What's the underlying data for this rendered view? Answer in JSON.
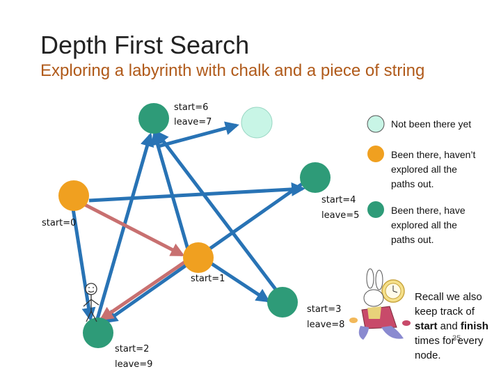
{
  "title": "Depth First Search",
  "subtitle": "Exploring a labyrinth with chalk and a piece of string",
  "colors": {
    "unvisited": "#c8f5e6",
    "in_progress": "#f0a020",
    "done": "#2e9b78",
    "tree_edge": "#2873b5",
    "path_edge": "#c87070"
  },
  "nodes": [
    {
      "id": "top-left",
      "state": "done",
      "label_line1": "start=6",
      "label_line2": "leave=7"
    },
    {
      "id": "top-right",
      "state": "unvisited"
    },
    {
      "id": "mid-right",
      "state": "done",
      "label_line1": "start=4",
      "label_line2": "leave=5"
    },
    {
      "id": "left",
      "state": "in_progress",
      "label_line1": "start=0",
      "label_line2": ""
    },
    {
      "id": "center",
      "state": "in_progress",
      "label_line1": "start=1",
      "label_line2": ""
    },
    {
      "id": "lower-right",
      "state": "done",
      "label_line1": "start=3",
      "label_line2": "leave=8"
    },
    {
      "id": "bottom-left",
      "state": "done",
      "label_line1": "start=2",
      "label_line2": "leave=9"
    }
  ],
  "legend": {
    "unvisited": {
      "lines": [
        "Not been there yet"
      ]
    },
    "in_progress": {
      "lines": [
        "Been there, haven’t",
        "explored all the",
        "paths out."
      ]
    },
    "done": {
      "lines": [
        "Been there, have",
        "explored all the",
        "paths out."
      ]
    }
  },
  "note": {
    "part1": "Recall we also keep track of ",
    "bold1": "start",
    "part2": " and ",
    "bold2": "finish",
    "part3": " times for every node."
  },
  "page_number": "35"
}
